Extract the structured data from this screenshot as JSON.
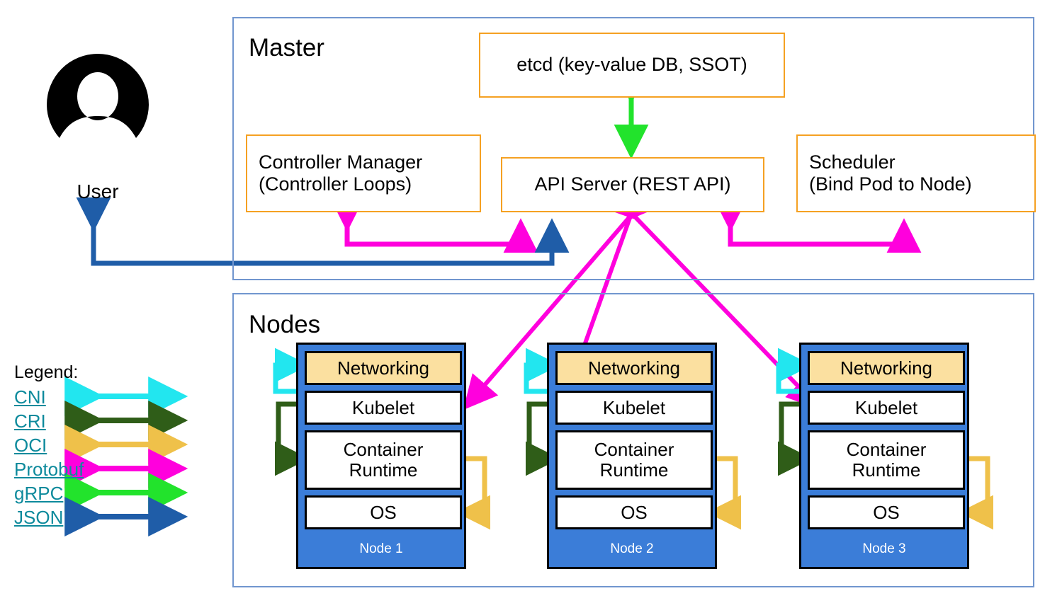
{
  "diagram": {
    "title_master": "Master",
    "title_nodes": "Nodes"
  },
  "user": {
    "label": "User",
    "icon": "user-avatar-icon"
  },
  "master": {
    "label": "Master",
    "components": [
      {
        "id": "etcd",
        "text": "etcd (key-value DB, SSOT)"
      },
      {
        "id": "controller-manager",
        "line1": "Controller Manager",
        "line2": "(Controller Loops)"
      },
      {
        "id": "api-server",
        "text": "API Server (REST API)"
      },
      {
        "id": "scheduler",
        "line1": "Scheduler",
        "line2": "(Bind Pod to Node)"
      }
    ]
  },
  "nodes": {
    "label": "Nodes",
    "rows": [
      "Networking",
      "Kubelet",
      "Container Runtime",
      "OS"
    ],
    "items": [
      {
        "name": "Node 1"
      },
      {
        "name": "Node 2"
      },
      {
        "name": "Node 3"
      }
    ]
  },
  "legend": {
    "title": "Legend:",
    "items": [
      {
        "label": "CNI",
        "color": "#22e6ef"
      },
      {
        "label": "CRI",
        "color": "#2f5d18"
      },
      {
        "label": "OCI",
        "color": "#efc14a"
      },
      {
        "label": "Protobuf",
        "color": "#ff00dd"
      },
      {
        "label": "gRPC",
        "color": "#22e32c"
      },
      {
        "label": "JSON",
        "color": "#1f5da8"
      }
    ]
  },
  "colors": {
    "group_border": "#7196cf",
    "component_border": "#f5a122",
    "node_fill": "#3b7dd8",
    "networking_fill": "#fbe0a0",
    "legend_text": "#0d8a9c",
    "cni": "#22e6ef",
    "cri": "#2f5d18",
    "oci": "#efc14a",
    "protobuf": "#ff00dd",
    "grpc": "#22e32c",
    "json": "#1f5da8"
  }
}
